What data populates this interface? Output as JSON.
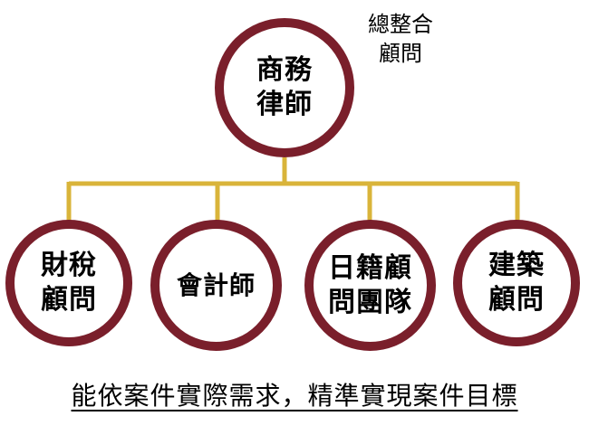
{
  "diagram": {
    "root": {
      "lines": [
        "商務",
        "律師"
      ]
    },
    "note": {
      "lines": [
        "總整合",
        "顧問"
      ]
    },
    "children": [
      {
        "lines": [
          "財稅",
          "顧問"
        ]
      },
      {
        "lines": [
          "會計師"
        ]
      },
      {
        "lines": [
          "日籍顧",
          "問團隊"
        ]
      },
      {
        "lines": [
          "建築",
          "顧問"
        ]
      }
    ],
    "footer": "能依案件實際需求，精準實現案件目標",
    "colors": {
      "ring": "#7a1f2b",
      "connector": "#d9b43a"
    }
  }
}
